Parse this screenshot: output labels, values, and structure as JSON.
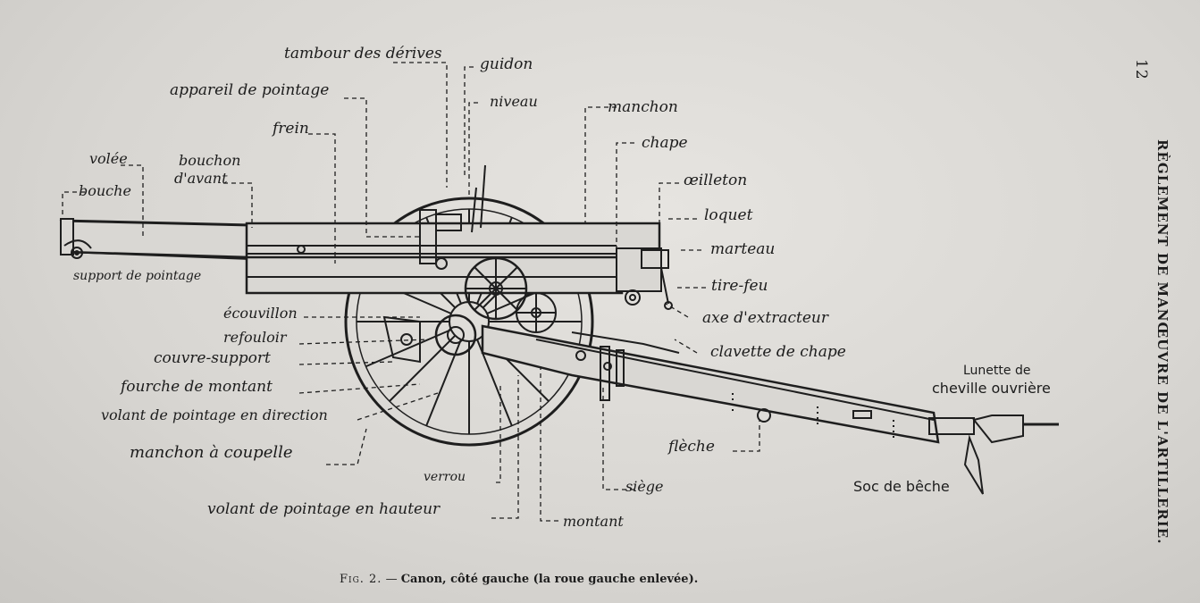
{
  "page_number": "12",
  "running_head": "RÈGLEMENT DE MANŒUVRE DE L'ARTILLERIE.",
  "caption": {
    "fig": "Fig. 2.",
    "dash": " — ",
    "text": "Canon, côté gauche (la roue gauche enlevée)."
  },
  "labels": {
    "tambour": "tambour des dérives",
    "guidon": "guidon",
    "appareil": "appareil de pointage",
    "niveau": "niveau",
    "manchon_top": "manchon",
    "frein": "frein",
    "chape": "chape",
    "volee": "volée",
    "bouchon": "bouchon",
    "davant": "d'avant",
    "oeilleton": "œilleton",
    "bouche": "bouche",
    "loquet": "loquet",
    "marteau": "marteau",
    "support": "support de pointage",
    "tirefeu": "tire-feu",
    "ecouvillon": "écouvillon",
    "axe": "axe d'extracteur",
    "refouloir": "refouloir",
    "couvre": "couvre-support",
    "clavette": "clavette de chape",
    "fourche": "fourche de montant",
    "lunette1": "Lunette de",
    "lunette2": "cheville ouvrière",
    "volant_dir": "volant de pointage en direction",
    "fleche": "flèche",
    "manchon_coupelle": "manchon à coupelle",
    "verrou": "verrou",
    "siege": "siège",
    "soc": "Soc de bêche",
    "volant_haut": "volant de pointage en hauteur",
    "montant": "montant"
  }
}
